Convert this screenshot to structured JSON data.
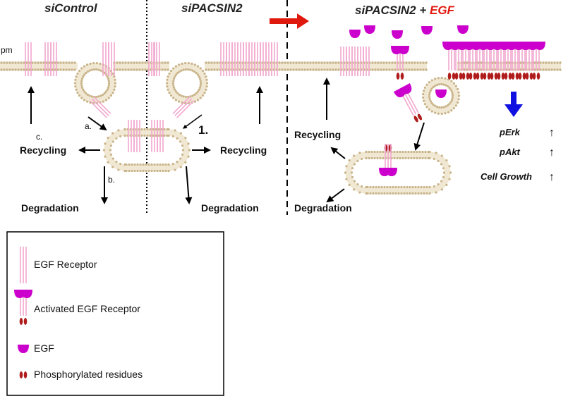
{
  "titles": {
    "control": "siControl",
    "pacsin2": "siPACSIN2",
    "egf_condition_prefix": "siPACSIN2 + ",
    "egf_condition_highlight": "EGF"
  },
  "labels": {
    "pm": "pm",
    "step_a": "a.",
    "step_b": "b.",
    "step_c": "c.",
    "step_1": "1.",
    "recycling": "Recycling",
    "degradation": "Degradation"
  },
  "outcomes": {
    "perk": "pErk",
    "pakt": "pAkt",
    "cell_growth": "Cell Growth",
    "arrow_glyph": "↑"
  },
  "legend": {
    "items": [
      {
        "icon": "egf-receptor-icon",
        "label": "EGF Receptor"
      },
      {
        "icon": "activated-egf-receptor-icon",
        "label": "Activated EGF Receptor"
      },
      {
        "icon": "egf-ligand-icon",
        "label": "EGF"
      },
      {
        "icon": "phosphorylated-residue-icon",
        "label": "Phosphorylated residues"
      }
    ]
  },
  "colors": {
    "membrane": "#c9b48a",
    "receptor": "#f2a6cf",
    "egf": "#cc00cc",
    "phospho": "#b01c1c",
    "red_arrow": "#e0190f",
    "blue_arrow": "#1010e0",
    "highlight_text": "#e0190f"
  }
}
